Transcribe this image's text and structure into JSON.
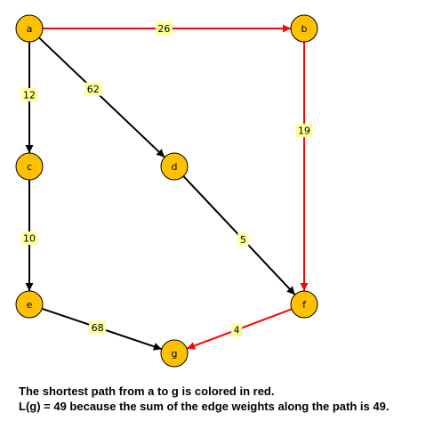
{
  "graph": {
    "nodes": [
      {
        "id": "a",
        "label": "a"
      },
      {
        "id": "b",
        "label": "b"
      },
      {
        "id": "c",
        "label": "c"
      },
      {
        "id": "d",
        "label": "d"
      },
      {
        "id": "e",
        "label": "e"
      },
      {
        "id": "f",
        "label": "f"
      },
      {
        "id": "g",
        "label": "g"
      }
    ],
    "edges": [
      {
        "from": "a",
        "to": "b",
        "weight": "26",
        "highlighted": true
      },
      {
        "from": "a",
        "to": "c",
        "weight": "12",
        "highlighted": false
      },
      {
        "from": "a",
        "to": "d",
        "weight": "62",
        "highlighted": false
      },
      {
        "from": "b",
        "to": "f",
        "weight": "19",
        "highlighted": true
      },
      {
        "from": "c",
        "to": "e",
        "weight": "10",
        "highlighted": false
      },
      {
        "from": "d",
        "to": "f",
        "weight": "5",
        "highlighted": false
      },
      {
        "from": "e",
        "to": "g",
        "weight": "68",
        "highlighted": false
      },
      {
        "from": "f",
        "to": "g",
        "weight": "4",
        "highlighted": true
      }
    ]
  },
  "colors": {
    "node_fill": "#FFC000",
    "node_stroke": "#000000",
    "edge_normal": "#000000",
    "edge_highlight": "#FF0000",
    "label_bg": "#FFFF99"
  },
  "caption": {
    "line1": "The shortest path from a to g is colored in red.",
    "line2": "L(g) = 49 because the sum of the edge weights along the path is 49."
  }
}
